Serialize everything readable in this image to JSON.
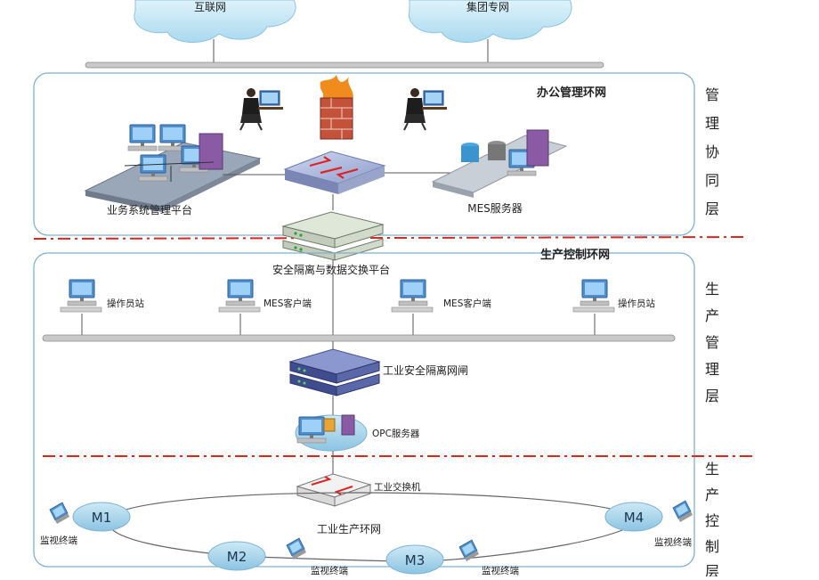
{
  "clouds": {
    "internet": "互联网",
    "group_net": "集团专网"
  },
  "zones": {
    "office": "办公管理环网",
    "production": "生产控制环网"
  },
  "layers": {
    "mgmt": [
      "管",
      "理",
      "协",
      "同",
      "层"
    ],
    "prod_mgmt": [
      "生",
      "产",
      "管",
      "理",
      "层"
    ],
    "prod_ctrl": [
      "生",
      "产",
      "控",
      "制",
      "层"
    ]
  },
  "office": {
    "biz_platform": "业务系统管理平台",
    "mes_server": "MES服务器"
  },
  "isolation": {
    "exchange_platform": "安全隔离与数据交换平台"
  },
  "stations": [
    "操作员站",
    "MES客户端",
    "MES客户端",
    "操作员站"
  ],
  "gateway": "工业安全隔离网闸",
  "opc": "OPC服务器",
  "switch": "工业交换机",
  "ring": "工业生产环网",
  "nodes": [
    "M1",
    "M2",
    "M3",
    "M4"
  ],
  "monitors": [
    "监视终端",
    "监视终端",
    "监视终端",
    "监视终端"
  ],
  "colors": {
    "zone_border": "#7fb0cf",
    "divider": "#d9281c",
    "cloud": "#b9e2f4",
    "node": "#a7d3ea"
  }
}
